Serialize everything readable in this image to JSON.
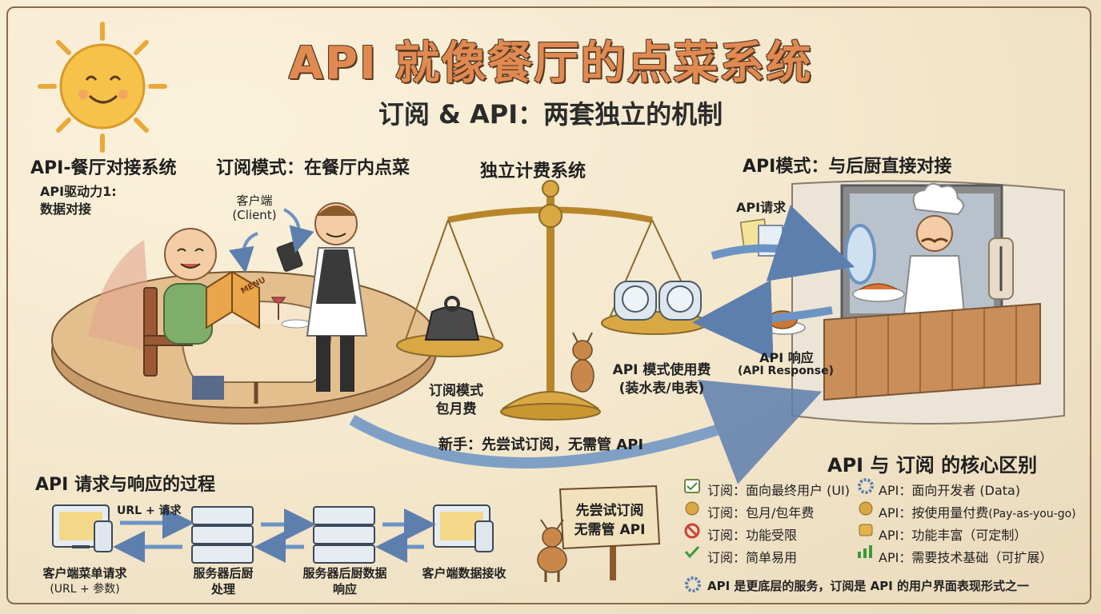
{
  "title": "API 就像餐厅的点菜系统",
  "subtitle": "订阅 & API：两套独立的机制",
  "left": {
    "heading": "API-餐厅对接系统",
    "driver_line1": "API驱动力1:",
    "driver_line2": "数据对接"
  },
  "subscription": {
    "heading": "订阅模式：在餐厅内点菜",
    "client_label1": "客户端",
    "client_label2": "(Client)",
    "menu_text": "MENU"
  },
  "billing": {
    "heading": "独立计费系统",
    "left_label1": "订阅模式",
    "left_label2": "包月费",
    "right_label1": "API 模式使用费",
    "right_label2": "(装水表/电表)"
  },
  "api_mode": {
    "heading": "API模式：与后厨直接对接",
    "request_label": "API请求",
    "response_label1": "API 响应",
    "response_label2": "(API Response)"
  },
  "newbie_tip": "新手：先尝试订阅，无需管 API",
  "process": {
    "heading": "API 请求与响应的过程",
    "arrow_label": "URL + 请求",
    "steps": [
      {
        "label1": "客户端菜单请求",
        "label2": "(URL + 参数)"
      },
      {
        "label1": "服务器后厨",
        "label2": "处理"
      },
      {
        "label1": "服务器后厨数据",
        "label2": "响应"
      },
      {
        "label1": "客户端数据接收",
        "label2": ""
      }
    ]
  },
  "sign": {
    "line1": "先尝试订阅",
    "line2": "无需管 API"
  },
  "differences": {
    "heading": "API 与 订阅 的核心区别",
    "subscription_items": [
      {
        "icon": "calendar-check-icon",
        "text": "订阅：面向最终用户 (UI)"
      },
      {
        "icon": "money-bag-icon",
        "text": "订阅：包月/包年费"
      },
      {
        "icon": "prohibited-icon",
        "text": "订阅：功能受限"
      },
      {
        "icon": "checkmark-icon",
        "text": "订阅：简单易用"
      }
    ],
    "api_items": [
      {
        "icon": "gear-icon",
        "text": "API：面向开发者 (Data)"
      },
      {
        "icon": "money-bag-icon",
        "text": "API：按使用量付费",
        "extra": "(Pay-as-you-go)"
      },
      {
        "icon": "thumbs-up-icon",
        "text": "API：功能丰富（可定制）"
      },
      {
        "icon": "growth-chart-icon",
        "text": "API：需要技术基础（可扩展）"
      }
    ],
    "summary": "API 是更底层的服务，订阅是 API 的用户界面表现形式之一"
  },
  "colors": {
    "title": "#e08a52",
    "accent_blue": "#6b94c4",
    "wood": "#c89b6a",
    "brass": "#c9962f"
  }
}
